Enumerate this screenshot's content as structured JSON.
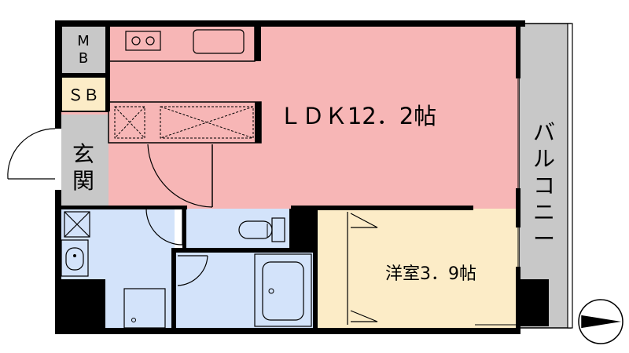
{
  "rooms": {
    "mb": {
      "line1": "M",
      "line2": "B"
    },
    "sb": "ＳＢ",
    "entrance": {
      "line1": "玄",
      "line2": "関"
    },
    "ldk": "ＬＤＫ12．2帖",
    "western": "洋室3．9帖",
    "balcony": [
      "バ",
      "ル",
      "コ",
      "ニ",
      "ー"
    ]
  },
  "colors": {
    "ldk": "#f7b6b6",
    "wet_area": "#d3e3fa",
    "western": "#fcecc7",
    "balcony": "#c8c8c8",
    "storage": "#c8c8c8",
    "wall": "#000000"
  }
}
